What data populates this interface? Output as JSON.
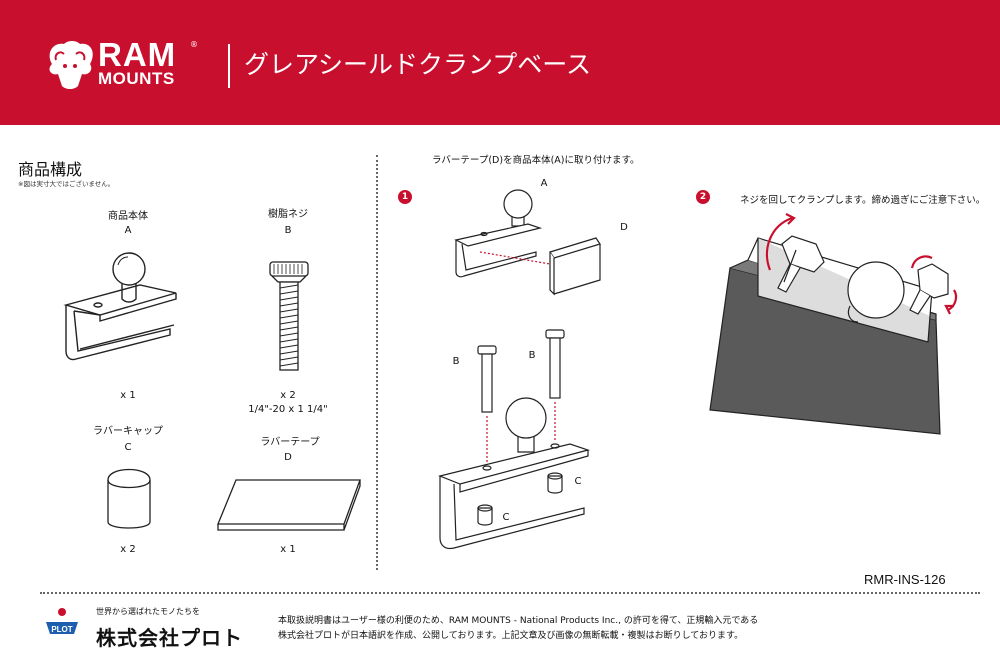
{
  "header": {
    "brand_line1": "RAM",
    "brand_line2": "MOUNTS",
    "brand_reg": "®",
    "title": "グレアシールドクランプベース"
  },
  "contents": {
    "title": "商品構成",
    "note": "※図は実寸大ではございません。",
    "items": [
      {
        "name": "商品本体",
        "letter": "A",
        "qty": "x 1"
      },
      {
        "name": "樹脂ネジ",
        "letter": "B",
        "qty": "x 2",
        "spec": "1/4\"-20 x 1 1/4\""
      },
      {
        "name": "ラバーキャップ",
        "letter": "C",
        "qty": "x 2"
      },
      {
        "name": "ラバーテープ",
        "letter": "D",
        "qty": "x 1"
      }
    ]
  },
  "steps": {
    "intro": "ラバーテープ(D)を商品本体(A)に取り付けます。",
    "step1_num": "1",
    "step2_num": "2",
    "step2_text": "ネジを回してクランプします。締め過ぎにご注意下さい。",
    "labels": {
      "a": "A",
      "b": "B",
      "c": "C",
      "d": "D"
    }
  },
  "doc_code": "RMR-INS-126",
  "footer": {
    "logo_text": "PLOT",
    "slogan": "世界から選ばれたモノたちを",
    "company": "株式会社プロト",
    "disclaimer_line1": "本取扱説明書はユーザー様の利便のため、RAM MOUNTS - National Products Inc., の許可を得て、正規輸入元である",
    "disclaimer_line2": "株式会社プロトが日本語訳を作成、公開しております。上記文章及び画像の無断転載・複製はお断りしております。"
  },
  "colors": {
    "brand_red": "#c8102e",
    "dark_gray": "#5a5a5a"
  }
}
